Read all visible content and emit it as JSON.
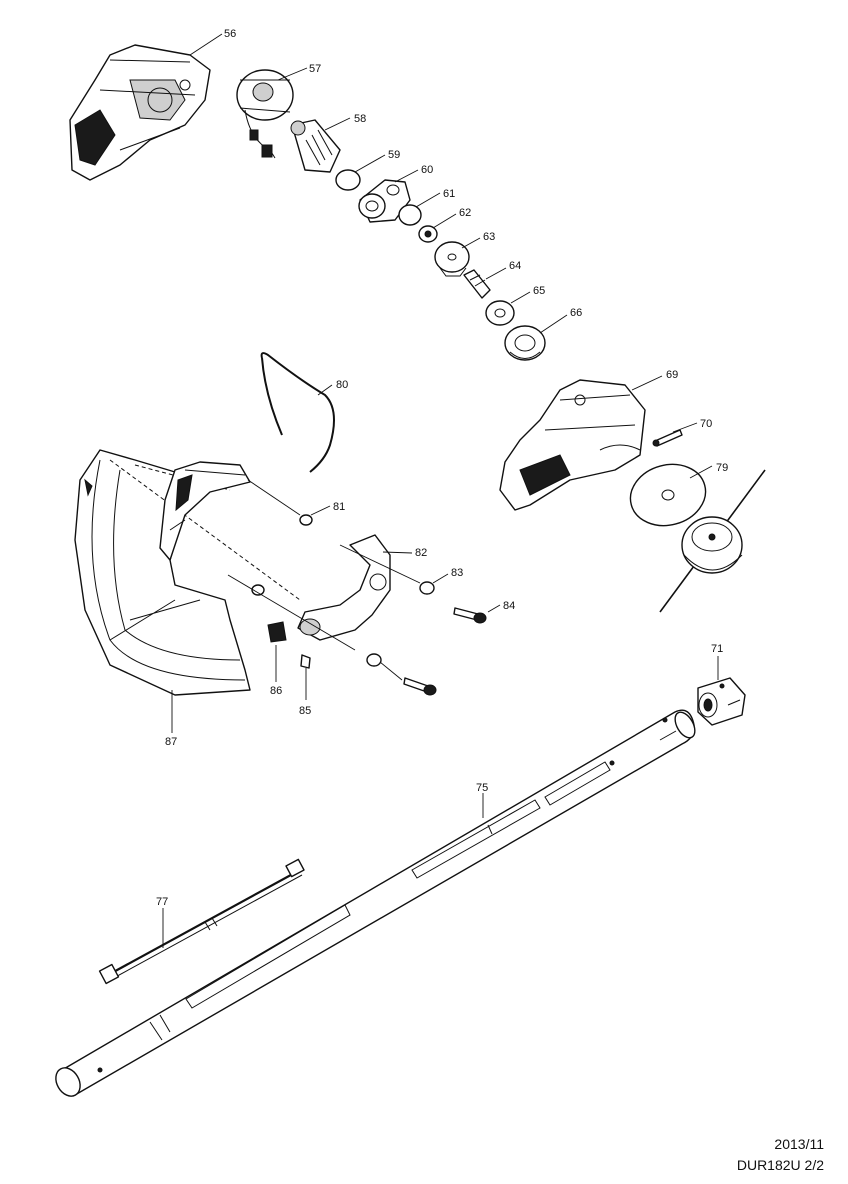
{
  "diagram": {
    "parts": [
      {
        "id": "56",
        "label": "56"
      },
      {
        "id": "57",
        "label": "57"
      },
      {
        "id": "58",
        "label": "58"
      },
      {
        "id": "59",
        "label": "59"
      },
      {
        "id": "60",
        "label": "60"
      },
      {
        "id": "61",
        "label": "61"
      },
      {
        "id": "62",
        "label": "62"
      },
      {
        "id": "63",
        "label": "63"
      },
      {
        "id": "64",
        "label": "64"
      },
      {
        "id": "65",
        "label": "65"
      },
      {
        "id": "66",
        "label": "66"
      },
      {
        "id": "69",
        "label": "69"
      },
      {
        "id": "70",
        "label": "70"
      },
      {
        "id": "79",
        "label": "79"
      },
      {
        "id": "80",
        "label": "80"
      },
      {
        "id": "81",
        "label": "81"
      },
      {
        "id": "82",
        "label": "82"
      },
      {
        "id": "83",
        "label": "83"
      },
      {
        "id": "84",
        "label": "84"
      },
      {
        "id": "85",
        "label": "85"
      },
      {
        "id": "86",
        "label": "86"
      },
      {
        "id": "87",
        "label": "87"
      },
      {
        "id": "71",
        "label": "71"
      },
      {
        "id": "75",
        "label": "75"
      },
      {
        "id": "77",
        "label": "77"
      }
    ]
  },
  "footer": {
    "date": "2013/11",
    "model_page": "DUR182U 2/2"
  }
}
